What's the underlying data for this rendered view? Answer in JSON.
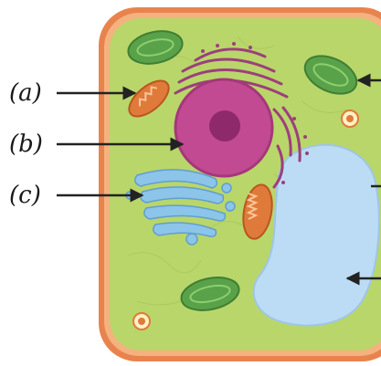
{
  "labels": {
    "a": "(a)",
    "b": "(b)",
    "c": "(c)"
  },
  "colors": {
    "cell_wall": "#e9834e",
    "cytoplasm": "#b9d66a",
    "nucleus": "#c24a93",
    "nucleolus": "#8e2a6b",
    "vacuole": "#bcdcf5",
    "golgi": "#8cc4ea",
    "chloroplast": "#5aa249",
    "mitochondrion": "#e07a3a",
    "er": "#9c3f7c",
    "arrow": "#222222"
  }
}
